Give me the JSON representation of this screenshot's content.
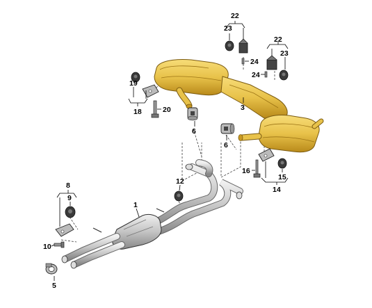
{
  "diagram": {
    "callouts": {
      "c1": "1",
      "c3": "3",
      "c5": "5",
      "c6a": "6",
      "c6b": "6",
      "c8": "8",
      "c9": "9",
      "c10": "10",
      "c12": "12",
      "c14": "14",
      "c15": "15",
      "c16": "16",
      "c18": "18",
      "c19": "19",
      "c20": "20",
      "c22a": "22",
      "c23a": "23",
      "c24a": "24",
      "c22b": "22",
      "c23b": "23",
      "c24b": "24"
    },
    "colors": {
      "muffler": "#e8c24a",
      "muffler_shade": "#c99a22",
      "pipe": "#c8c8c8",
      "pipe_dark": "#8f8f8f",
      "rubber": "#3a3a3a",
      "line": "#000000"
    },
    "highlighted_part": "3"
  }
}
